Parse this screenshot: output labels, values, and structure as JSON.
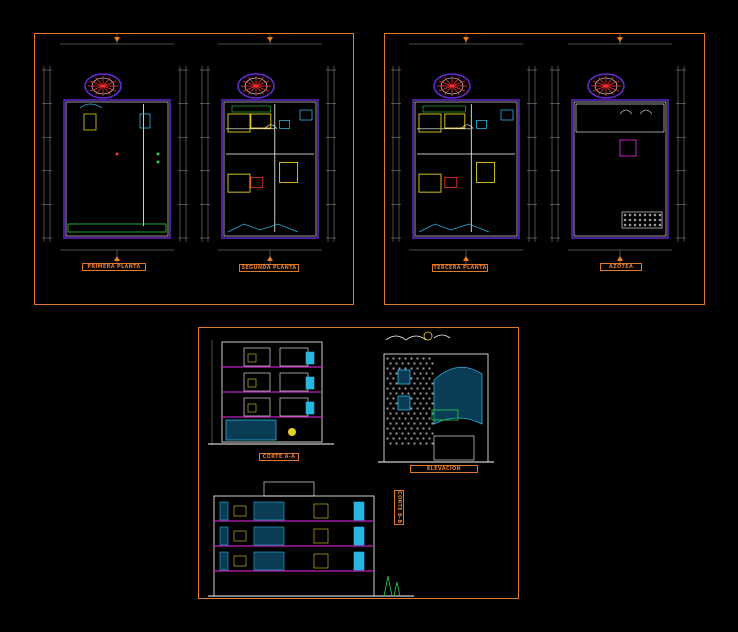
{
  "drawing": {
    "background": "#000000",
    "colors": {
      "frame": "#e0782a",
      "wall": "#ffffff",
      "dim": "#9a9a9a",
      "purple": "#6a2bd6",
      "red": "#ff3030",
      "yellow": "#e8d020",
      "cyan": "#2ab4e0",
      "green": "#2ad040",
      "orange": "#ff7b00",
      "blue": "#3a5fd8",
      "magenta": "#c020c0"
    }
  },
  "sheets": [
    {
      "id": "sheet-1",
      "plans": [
        {
          "label": "PRIMERA PLANTA"
        },
        {
          "label": "SEGUNDA PLANTA"
        }
      ]
    },
    {
      "id": "sheet-2",
      "plans": [
        {
          "label": "TERCERA PLANTA"
        },
        {
          "label": "AZOTEA"
        }
      ]
    },
    {
      "id": "sheet-3",
      "views": [
        {
          "label": "CORTE A-A"
        },
        {
          "label": "ELEVACION"
        },
        {
          "label": "CORTE B-B"
        }
      ]
    }
  ]
}
